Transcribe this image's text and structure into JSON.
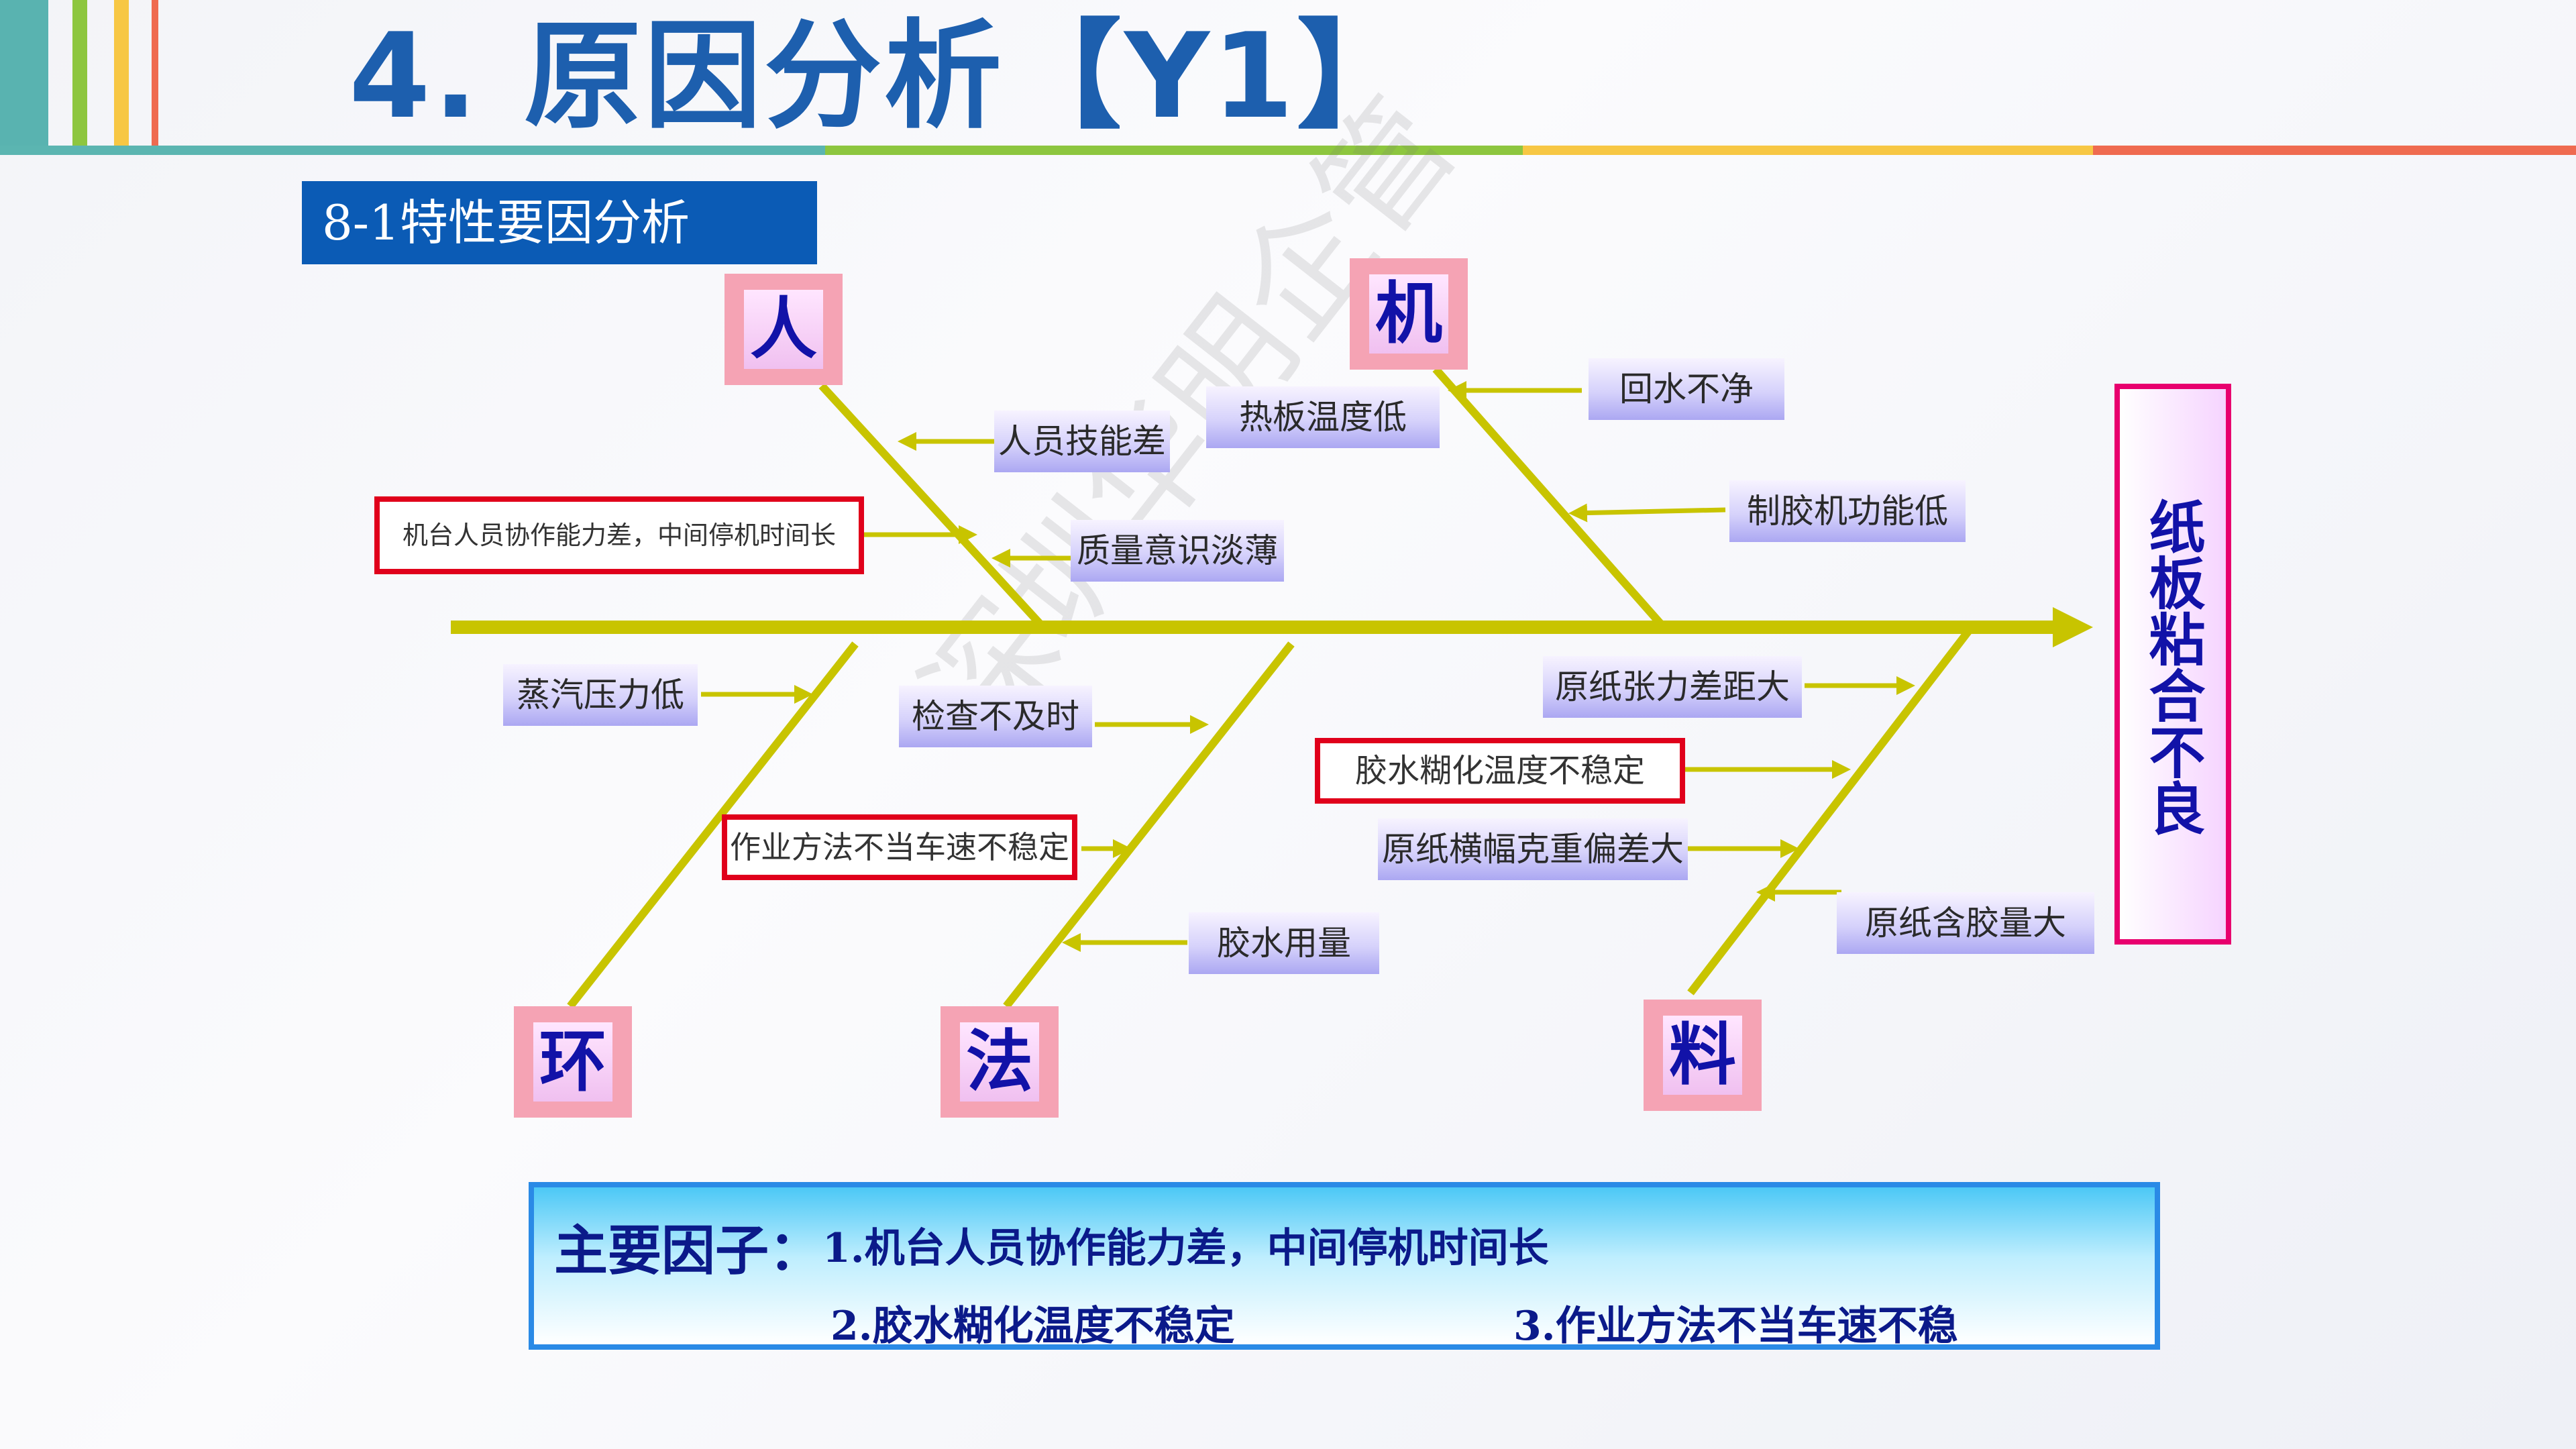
{
  "title": "4. 原因分析【Y1】",
  "section_label": "8-1特性要因分析",
  "watermark": "深圳华明企管",
  "effect": "纸板粘合不良",
  "categories": {
    "people": "人",
    "machine": "机",
    "environment": "环",
    "method": "法",
    "material": "料"
  },
  "causes": {
    "people": [
      "人员技能差",
      "机台人员协作能力差，中间停机时间长",
      "质量意识淡薄"
    ],
    "machine": [
      "热板温度低",
      "回水不净",
      "制胶机功能低"
    ],
    "environment": [
      "蒸汽压力低"
    ],
    "method": [
      "检查不及时",
      "作业方法不当车速不稳定",
      "胶水用量"
    ],
    "material": [
      "原纸张力差距大",
      "胶水糊化温度不稳定",
      "原纸横幅克重偏差大",
      "原纸含胶量大"
    ]
  },
  "summary": {
    "label": "主要因子：",
    "factor1": "1.机台人员协作能力差，中间停机时间长",
    "factor2": "2.胶水糊化温度不稳定",
    "factor3": "3.作业方法不当车速不稳"
  },
  "colors": {
    "bone": "#c8c400",
    "title": "#1d5fae",
    "highlight": "#e0001b",
    "effect_border": "#e8006e"
  }
}
